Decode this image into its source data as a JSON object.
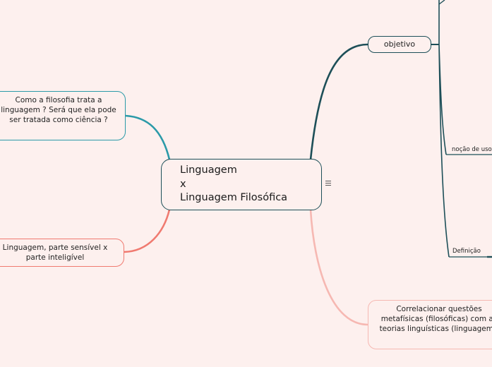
{
  "central": {
    "line1": "Linguagem",
    "line2": "x",
    "line3": "Linguagem Filosófica"
  },
  "branches": {
    "question": "Como a filosofia trata a linguagem ? Será que ela pode ser tratada como ciência ?",
    "sensible": "Linguagem, parte sensível x parte inteligível",
    "correlate": "Correlacionar questões metafísicas (filosóficas) com as teorias linguísticas (linguagem).",
    "objetivo": "objetivo"
  },
  "subtopics": {
    "uso": "noção de uso",
    "definicao": "Definição"
  },
  "colors": {
    "background": "#fdf0ee",
    "central_border": "#1d4f58",
    "teal": "#2b9aa8",
    "red": "#f07a70",
    "pink": "#f6b8b2",
    "dark_teal": "#1d4f58"
  },
  "icons": {
    "notes": "notes-icon"
  }
}
